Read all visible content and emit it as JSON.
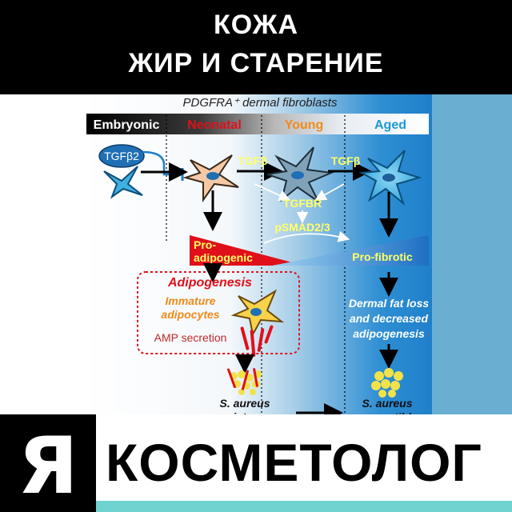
{
  "header": {
    "line1": "КОЖА",
    "line2": "ЖИР И СТАРЕНИЕ"
  },
  "diagram": {
    "title": "PDGFRA⁺ dermal fibroblasts",
    "stages": [
      "Embryonic",
      "Neonatal",
      "Young",
      "Aged"
    ],
    "tgfb2": "TGFβ2",
    "tgfb_1": "TGFβ",
    "tgfb_2": "TGFβ",
    "tgfbr": "TGFBR",
    "psmad": "pSMAD2/3",
    "pro_adipogenic_1": "Pro-",
    "pro_adipogenic_2": "adipogenic",
    "pro_fibrotic": "Pro-fibrotic",
    "adipogenesis": "Adipogenesis",
    "immature_1": "Immature",
    "immature_2": "adipocytes",
    "amp": "AMP secretion",
    "dermal_1": "Dermal fat loss",
    "dermal_2": "and decreased",
    "dermal_3": "adipogenesis",
    "sa_left_1": "S. aureus",
    "sa_left_2": "resistance",
    "sa_right_1": "S. aureus",
    "sa_right_2": "susceptible"
  },
  "footer": {
    "logo_glyph": "Я",
    "brand": "КОСМЕТОЛОГ"
  },
  "colors": {
    "header_bg": "#000000",
    "red": "#e0101a",
    "orange": "#f08a1c",
    "yellow_label": "#ffff66",
    "blue_cell": "#3fb0e0",
    "aged_label": "#1a9ad6",
    "right_panel": "#6aaed2",
    "footer_strip": "#6fd3cf"
  }
}
